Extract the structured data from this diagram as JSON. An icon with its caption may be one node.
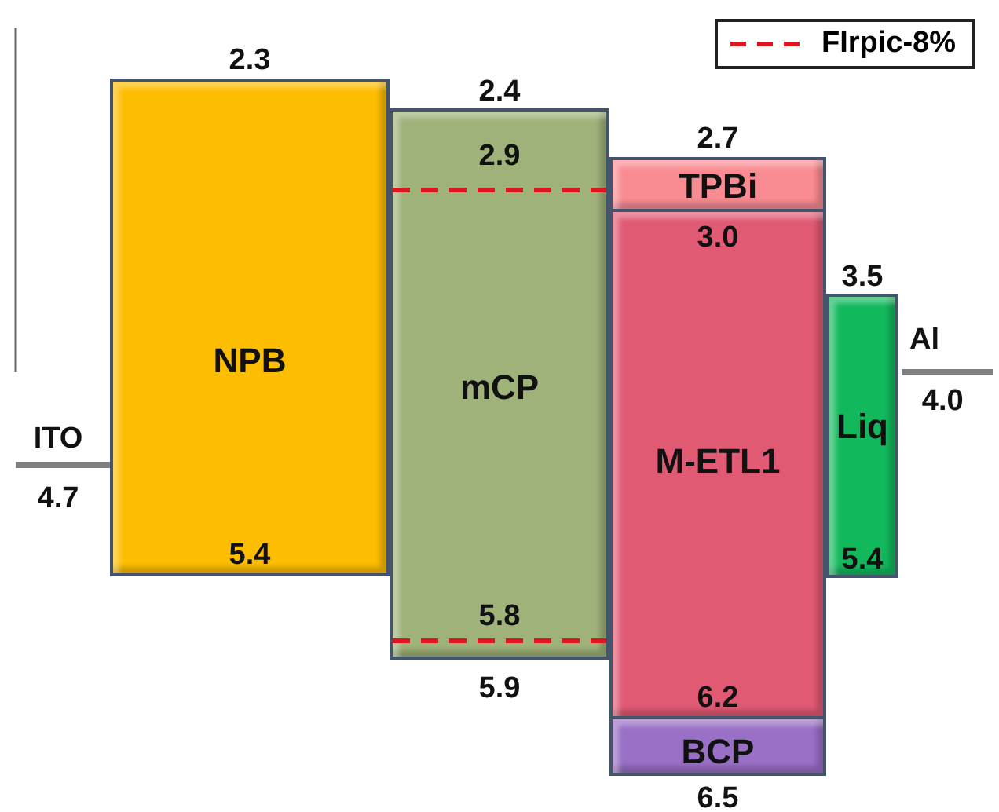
{
  "diagram": {
    "nodes": [
      {
        "text": [
          "2.3",
          "NPB",
          "5.4"
        ]
      },
      {
        "text": [
          "2.4",
          "mCP",
          "5.9"
        ]
      },
      {
        "text": [
          "2.7",
          "TPBi"
        ]
      },
      {
        "text": [
          "3.0",
          "M-ETL1",
          "6.2"
        ]
      },
      {
        "text": [
          "BCP",
          "6.5"
        ]
      },
      {
        "text": [
          "3.5",
          "Liq",
          "5.4"
        ]
      },
      {
        "text": [
          "ITO"
        ],
        "beside": [
          "4.7"
        ]
      },
      {
        "text": [
          "Al"
        ],
        "beside": [
          "4.0"
        ]
      }
    ],
    "labels": [
      "2.9",
      "5.8"
    ],
    "legend": [
      {
        "text": "FIrpic-8%"
      }
    ]
  }
}
